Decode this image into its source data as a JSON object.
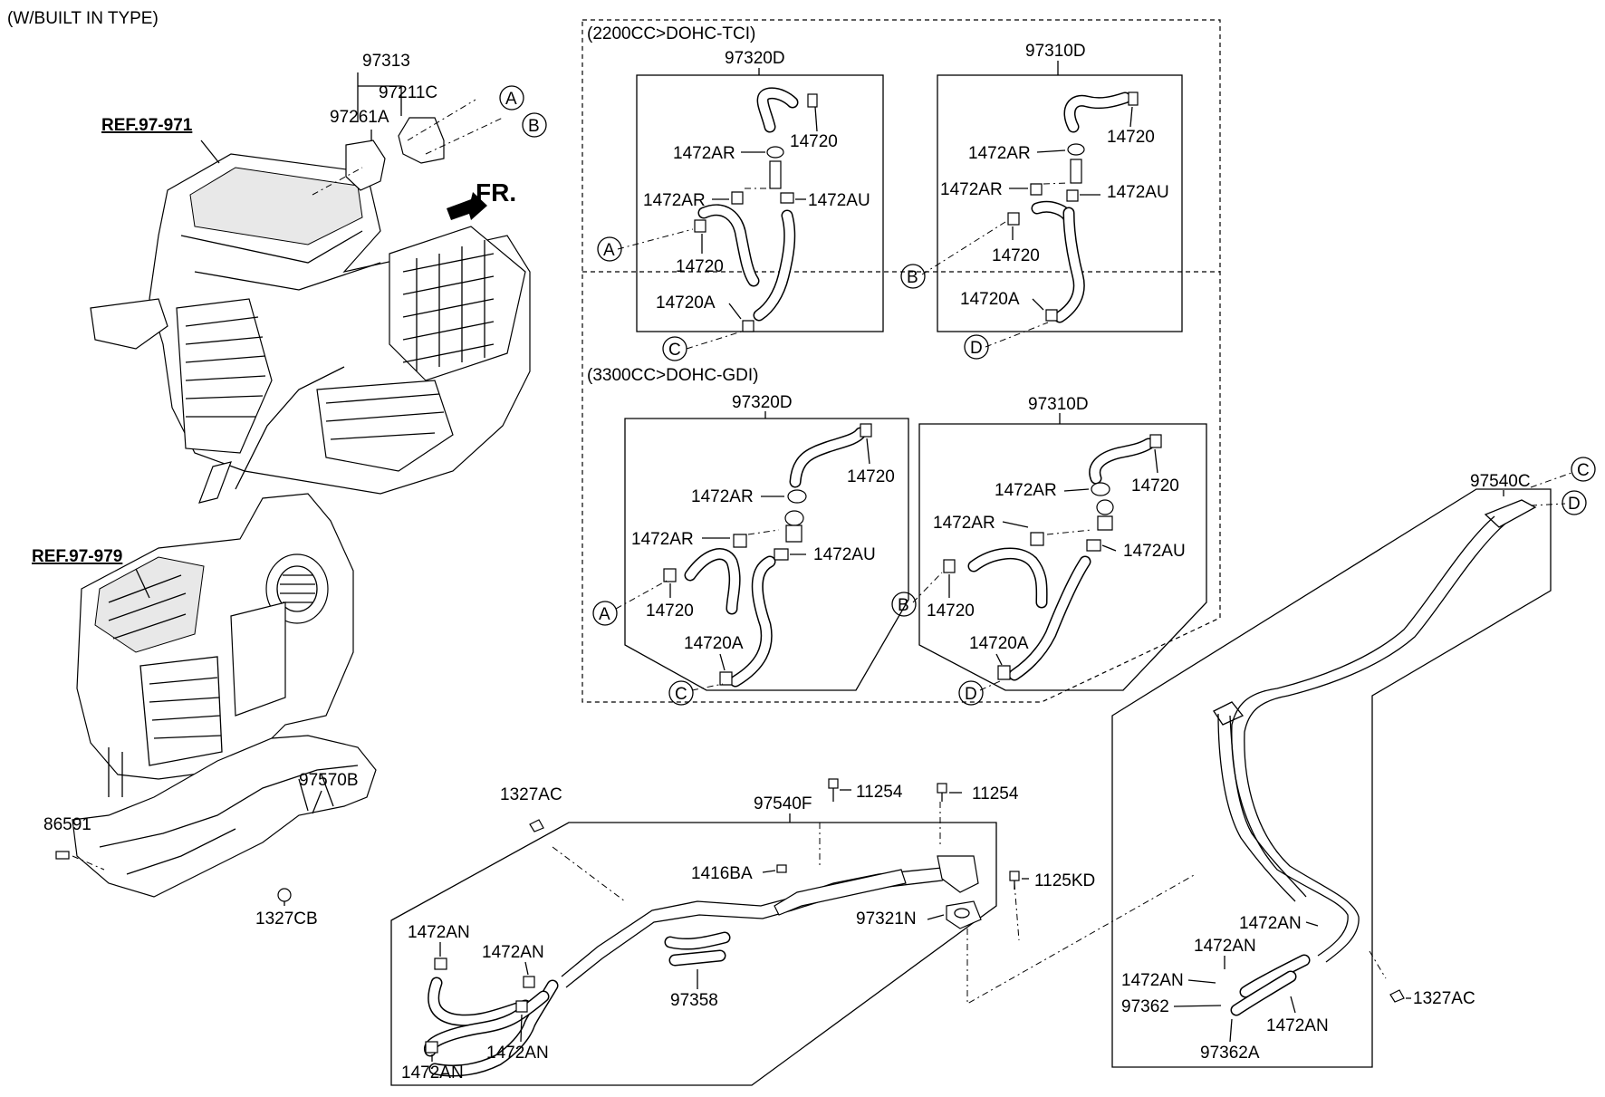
{
  "header_note": "(W/BUILT IN TYPE)",
  "refs": {
    "upper": "REF.97-971",
    "lower": "REF.97-979"
  },
  "front_label": "FR.",
  "variants": {
    "tci": "(2200CC>DOHC-TCI)",
    "gdi": "(3300CC>DOHC-GDI)"
  },
  "callouts": [
    "A",
    "B",
    "C",
    "D"
  ],
  "parts": {
    "p97313": "97313",
    "p97211c": "97211C",
    "p97261a": "97261A",
    "p97320d": "97320D",
    "p97310d": "97310D",
    "p14720": "14720",
    "p14720a": "14720A",
    "p1472ar": "1472AR",
    "p1472au": "1472AU",
    "p1472an": "1472AN",
    "p97540c": "97540C",
    "p97540f": "97540F",
    "p97570b": "97570B",
    "p86591": "86591",
    "p1327cb": "1327CB",
    "p1327ac": "1327AC",
    "p11254": "11254",
    "p1416ba": "1416BA",
    "p1125kd": "1125KD",
    "p97321n": "97321N",
    "p97358": "97358",
    "p97362": "97362",
    "p97362a": "97362A"
  }
}
